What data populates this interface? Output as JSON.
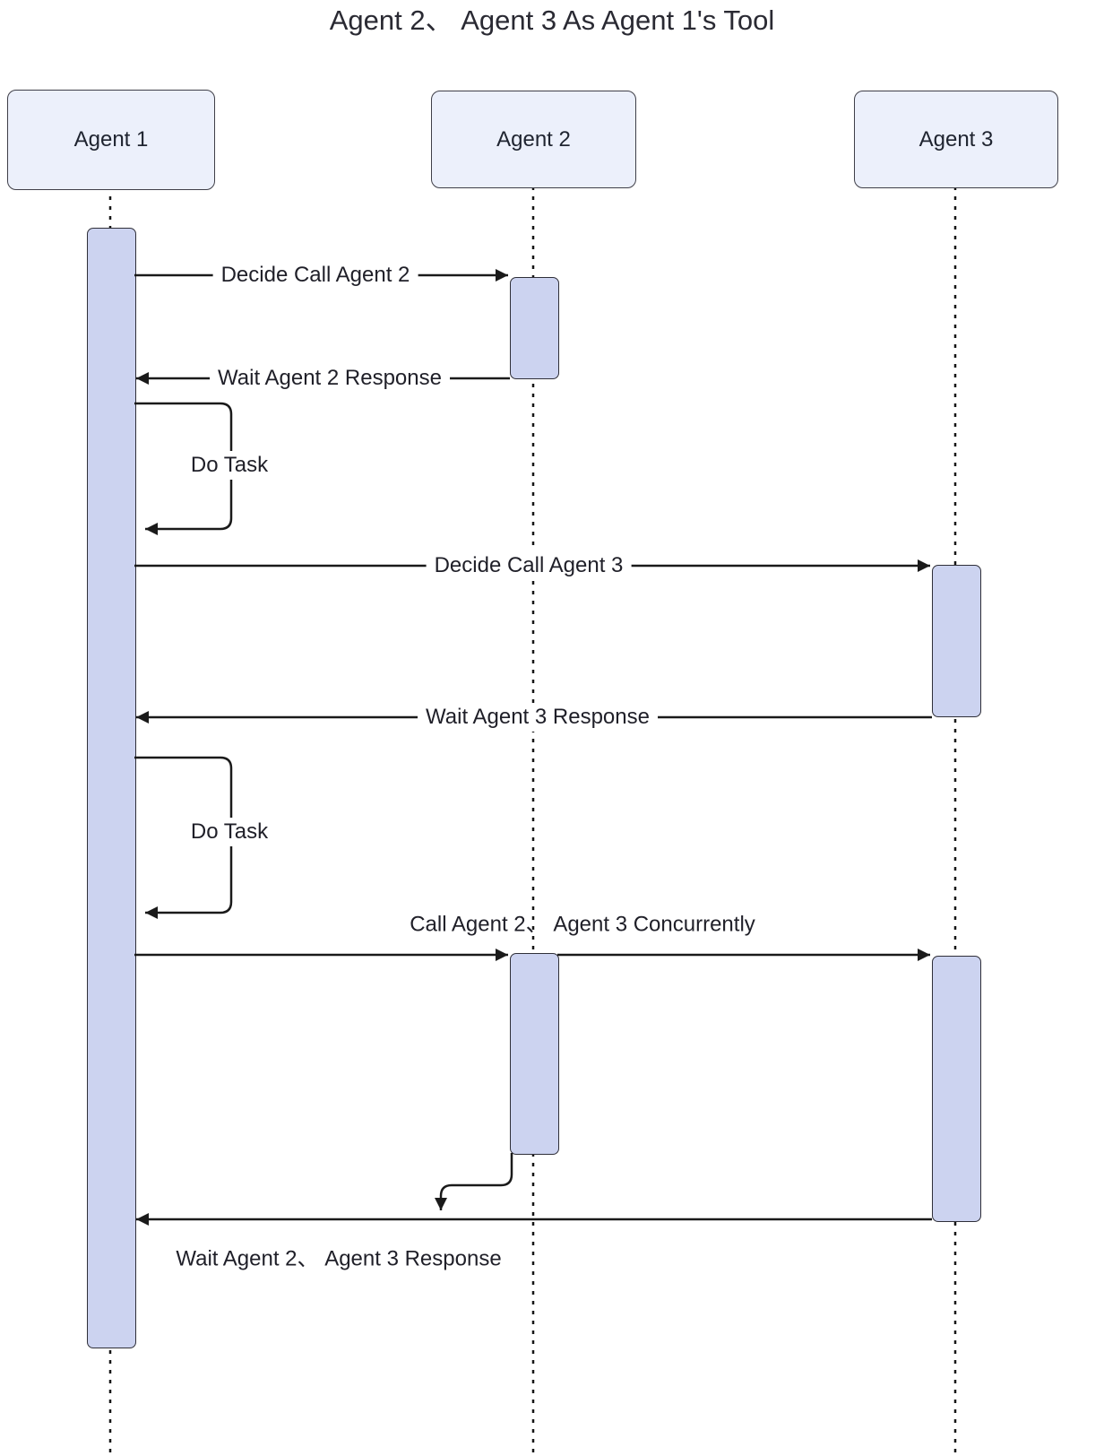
{
  "title": "Agent 2、 Agent 3 As Agent 1's Tool",
  "actors": {
    "agent1": "Agent 1",
    "agent2": "Agent 2",
    "agent3": "Agent 3"
  },
  "messages": {
    "decide_call_agent2": "Decide Call Agent 2",
    "wait_agent2_response": "Wait Agent 2 Response",
    "do_task_first": "Do Task",
    "decide_call_agent3": "Decide Call Agent 3",
    "wait_agent3_response": "Wait Agent 3 Response",
    "do_task_second": "Do Task",
    "call_concurrently": "Call Agent 2、 Agent 3  Concurrently",
    "wait_both_response": "Wait Agent 2、 Agent 3  Response"
  },
  "colors": {
    "background": "#ffffff",
    "actor_fill": "#ECF0FB",
    "activation_fill": "#CCD3F0",
    "border": "#2f2f38",
    "line": "#1a1a1a",
    "text": "#1f1f28"
  }
}
